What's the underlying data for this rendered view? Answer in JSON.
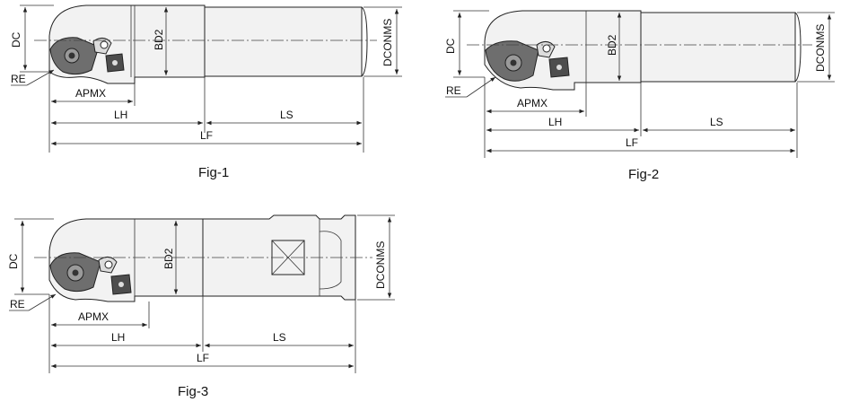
{
  "labels": {
    "dc": "DC",
    "re": "RE",
    "apmx": "APMX",
    "lh": "LH",
    "ls": "LS",
    "lf": "LF",
    "bd2": "BD2",
    "dconms": "DCONMS"
  },
  "figures": [
    {
      "caption": "Fig‐1"
    },
    {
      "caption": "Fig‐2"
    },
    {
      "caption": "Fig‐3"
    }
  ],
  "colors": {
    "insert": "#6e6e6e",
    "body": "#f2f2f2",
    "line": "#222222"
  }
}
